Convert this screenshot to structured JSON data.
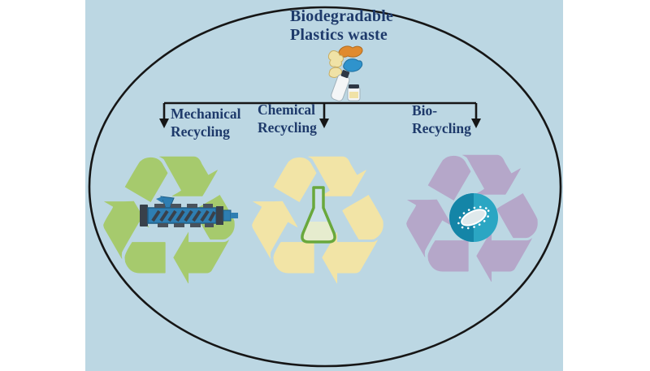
{
  "title": {
    "line1": "Biodegradable",
    "line2": "Plastics waste",
    "color": "#1e3a6b"
  },
  "connector": {
    "color": "#161616",
    "arrow_count": 3
  },
  "boundary": {
    "shape": "ellipse",
    "stroke_color": "#161616",
    "panel_color": "#bcd7e3"
  },
  "recycle_glyph": "♻",
  "branches": [
    {
      "name": "mechanical-recycling",
      "label_line1": "Mechanical",
      "label_line2": "Recycling",
      "symbol_color": "#a6ca6d",
      "center_icon": "extruder-icon"
    },
    {
      "name": "chemical-recycling",
      "label_line1": "Chemical",
      "label_line2": "Recycling",
      "symbol_color": "#f2e4a6",
      "center_icon": "flask-icon"
    },
    {
      "name": "bio-recycling",
      "label_line1": "Bio-",
      "label_line2": "Recycling",
      "symbol_color": "#b5a7c9",
      "center_icon": "microbe-icon"
    }
  ],
  "icons": {
    "flask_outline": "#69a83c",
    "flask_liquid": "#f5f0a3",
    "flask_body": "#d8e9f3",
    "microbe_circle_dark": "#1485a7",
    "microbe_circle_light": "#2ba6c3",
    "microbe_body": "#dfe9ec",
    "extruder_blue": "#2e7eb2",
    "extruder_dark": "#39414b"
  },
  "waste_pile": {
    "items": [
      "orange-plastic-scrap",
      "yellow-glove-scrap",
      "blue-plastic-bag",
      "yellow-plastic-scrap",
      "plastic-bottle",
      "plastic-jar"
    ]
  }
}
